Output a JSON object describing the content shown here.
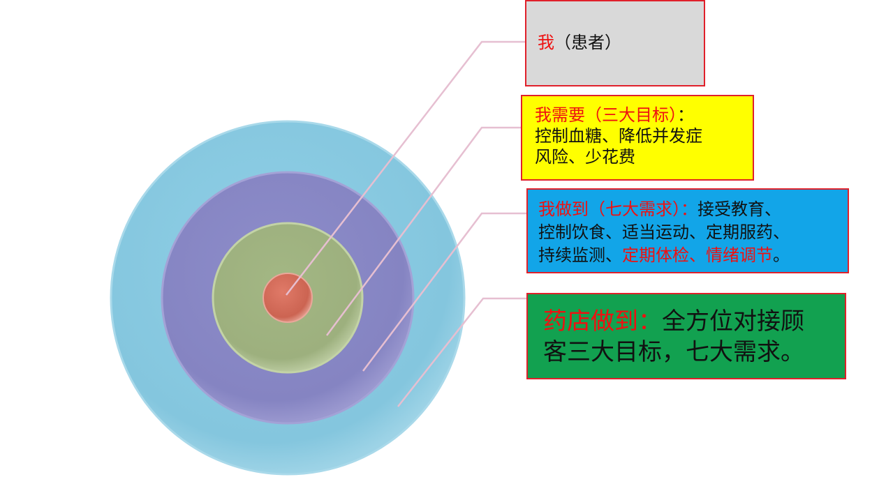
{
  "diagram": {
    "rings": [
      {
        "name": "outer",
        "color": "#84c6de"
      },
      {
        "name": "second",
        "color": "#8584c2"
      },
      {
        "name": "third",
        "color": "#9db07e"
      },
      {
        "name": "core",
        "color": "#d06a5a"
      }
    ],
    "connector_color": "#e6bfd1",
    "boxes": {
      "patient": {
        "title": "我",
        "rest": "（患者）",
        "background": "#d9d9d9"
      },
      "goals": {
        "title": "我需要（三大目标）",
        "line1_rest": "：",
        "line2": "控制血糖、降低并发症",
        "line3": "风险、少花费",
        "background": "#ffff00"
      },
      "needs": {
        "title": "我做到（七大需求）：",
        "line1_rest": "接受教育、",
        "line2": "控制饮食、适当运动、定期服药、",
        "line3_a": "持续监测、",
        "line3_b": "定期体检、情绪调节",
        "line3_c": "。",
        "background": "#12a5e8"
      },
      "pharmacy": {
        "title": "药店做到：",
        "line1_rest": "全方位对接顾",
        "line2": "客三大目标，七大需求。",
        "background": "#12a150"
      }
    }
  }
}
